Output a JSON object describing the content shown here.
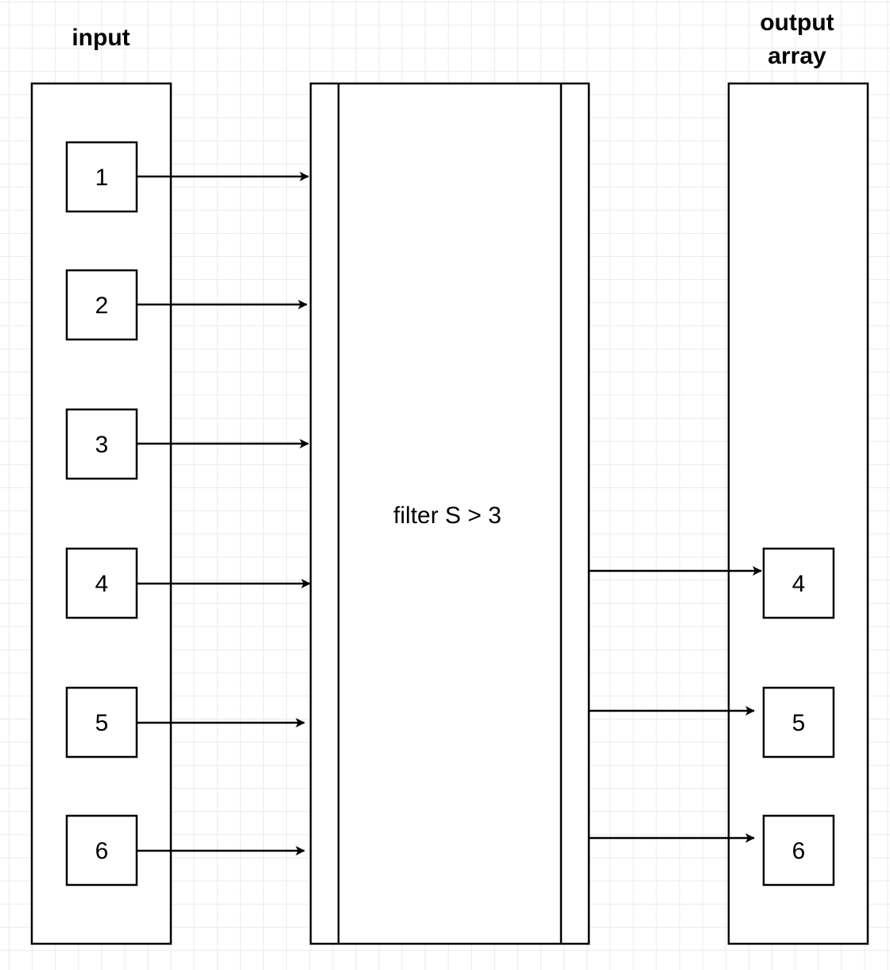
{
  "diagram": {
    "input_title": "input",
    "output_title_line1": "output",
    "output_title_line2": "array",
    "process_label": "filter S > 3",
    "input_items": [
      "1",
      "2",
      "3",
      "4",
      "5",
      "6"
    ],
    "output_items": [
      "4",
      "5",
      "6"
    ],
    "colors": {
      "stroke": "#000000",
      "background": "#ffffff",
      "grid": "#ebebeb"
    }
  }
}
